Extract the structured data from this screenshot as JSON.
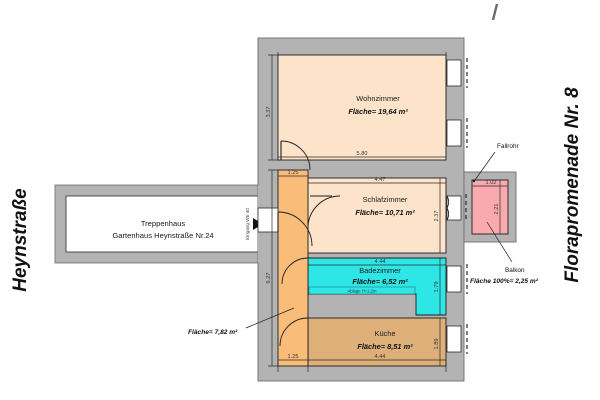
{
  "plan": {
    "title_left": "Heynstraße",
    "title_right": "Florapromenade Nr. 8",
    "stairwell": {
      "line1": "Treppenhaus",
      "line2": "Gartenhaus Heynstraße Nr.24",
      "entry_label": "Eingang WE 40"
    },
    "rooms": [
      {
        "key": "wohnzimmer",
        "name": "Wohnzimmer",
        "area": "Fläche= 19,64 m²",
        "color": "#fce3ca",
        "dim_w": "5.80",
        "dim_h": "3.37"
      },
      {
        "key": "schlafzimmer",
        "name": "Schlafzimmer",
        "area": "Fläche= 10,71 m²",
        "color": "#fce3ca",
        "dim_w": "4.47",
        "dim_h": "2.37"
      },
      {
        "key": "badezimmer",
        "name": "Badezimmer",
        "area": "Fläche= 6,52 m²",
        "color": "#2ee6e6",
        "dim_w": "4.44",
        "dim_h": "1.79",
        "fixture_label": "Ablage H=1,2m"
      },
      {
        "key": "kueche",
        "name": "Küche",
        "area": "Fläche= 8,51 m²",
        "color": "#ddb079",
        "dim_w": "4.44",
        "dim_h": "1.89"
      },
      {
        "key": "flur",
        "name": "",
        "area": "Fläche= 7,82 m²",
        "color": "#f9bd79",
        "dim_w_top": "1.25",
        "dim_w_bottom": "1.25",
        "dim_h": "6.27"
      },
      {
        "key": "balkon",
        "name": "Balkon",
        "area": "Fläche 100%= 2,25 m²",
        "color": "#f9aaae",
        "dim_w": "1.02",
        "dim_h": "2.21"
      }
    ],
    "annotations": [
      {
        "key": "fallrohr",
        "label": "Fallrohr"
      },
      {
        "key": "balkon-callout-name",
        "label": "Balkon"
      },
      {
        "key": "balkon-callout-area",
        "label": "Fläche 100%= 2,25 m²"
      },
      {
        "key": "flur-callout-area",
        "label": "Fläche= 7,82 m²"
      }
    ],
    "colors": {
      "wall": "#b3b3b3",
      "wall_stroke": "#585858",
      "outline": "#1a1a1a",
      "window": "#ffffff",
      "dim_line": "#2a2a2a",
      "background": "#ffffff"
    }
  }
}
